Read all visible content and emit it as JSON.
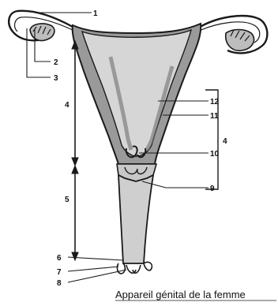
{
  "caption": "Appareil génital de la femme",
  "labels": {
    "n1": "1",
    "n2": "2",
    "n3": "3",
    "n4_left": "4",
    "n4_right": "4",
    "n5": "5",
    "n6": "6",
    "n7": "7",
    "n8": "8",
    "n9": "9",
    "n10": "10",
    "n11": "11",
    "n12": "12"
  },
  "colors": {
    "outline": "#1a1a1a",
    "wall": "#9a9a9a",
    "cavity": "#d6d6d6",
    "background": "#ffffff"
  }
}
